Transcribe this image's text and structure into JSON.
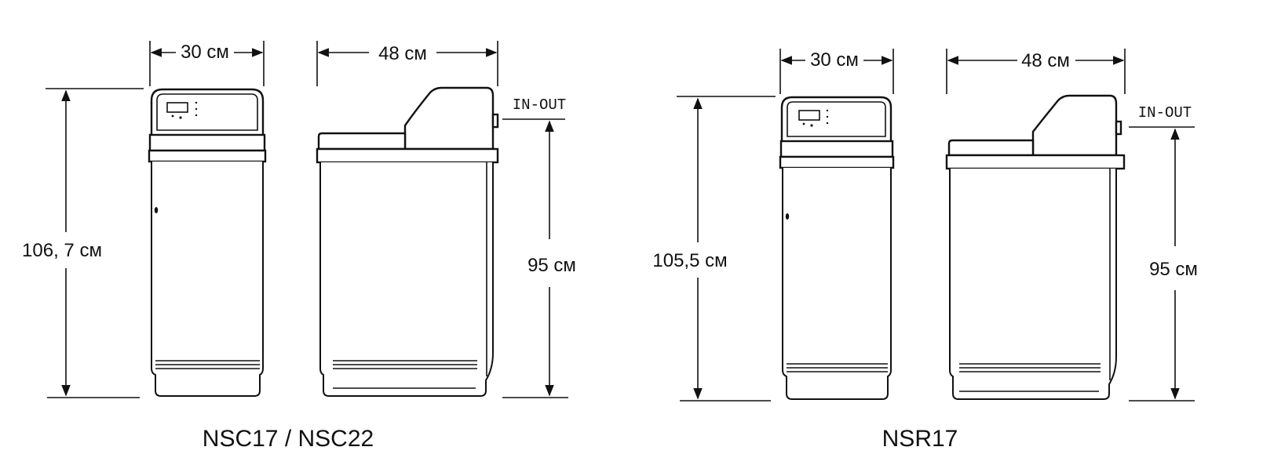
{
  "models": [
    {
      "caption": "NSC17 / NSC22",
      "front_width": "30 см",
      "side_depth": "48 см",
      "total_height": "106, 7 см",
      "inout_height": "95 см",
      "inout_label": "IN-OUT"
    },
    {
      "caption": "NSR17",
      "front_width": "30 см",
      "side_depth": "48 см",
      "total_height": "105,5 см",
      "inout_height": "95 см",
      "inout_label": "IN-OUT"
    }
  ]
}
